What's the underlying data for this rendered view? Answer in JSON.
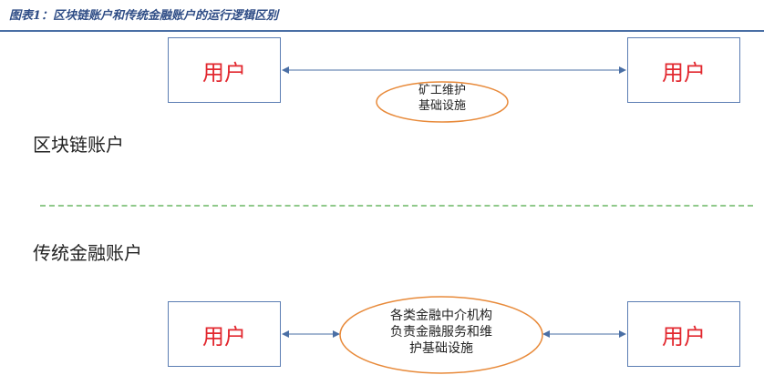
{
  "caption": "图表1：区块链账户和传统金融账户的运行逻辑区别",
  "blockchain": {
    "section_label": "区块链账户",
    "left_user": "用户",
    "right_user": "用户",
    "middle_line1": "矿工维护",
    "middle_line2": "基础设施"
  },
  "traditional": {
    "section_label": "传统金融账户",
    "left_user": "用户",
    "right_user": "用户",
    "middle_line1": "各类金融中介机构",
    "middle_line2": "负责金融服务和维",
    "middle_line3": "护基础设施"
  },
  "colors": {
    "box_border": "#5b7db3",
    "user_text": "#e2282f",
    "ellipse_border": "#e88a3a",
    "arrow": "#4a6fa5",
    "divider": "#8fc98a"
  }
}
